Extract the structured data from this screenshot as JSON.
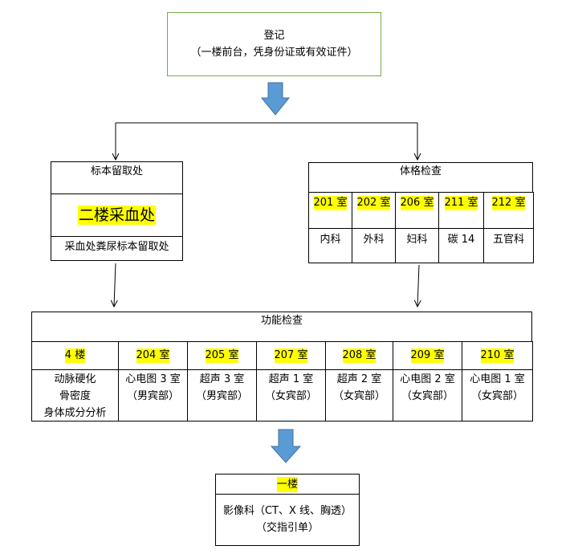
{
  "register": {
    "title": "登记",
    "note": "（一楼前台，凭身份证或有效证件）"
  },
  "specimen": {
    "header": "标本留取处",
    "location": "二楼采血处",
    "footer": "采血处粪尿标本留取处"
  },
  "physical_exam": {
    "header": "体格检查",
    "rooms": [
      "201 室",
      "202 室",
      "206 室",
      "211 室",
      "212 室"
    ],
    "depts": [
      "内科",
      "外科",
      "妇科",
      "碳 14",
      "五官科"
    ]
  },
  "functional_exam": {
    "header": "功能检查",
    "rooms": [
      "4 楼",
      "204 室",
      "205 室",
      "207 室",
      "208 室",
      "209 室",
      "210 室"
    ],
    "items": [
      [
        "动脉硬化",
        "骨密度",
        "身体成分分析"
      ],
      [
        "心电图 3 室",
        "（男宾部）"
      ],
      [
        "超声 3 室",
        "（男宾部）"
      ],
      [
        "超声 1 室",
        "（女宾部）"
      ],
      [
        "超声 2 室",
        "（女宾部）"
      ],
      [
        "心电图 2 室",
        "（女宾部）"
      ],
      [
        "心电图 1 室",
        "（女宾部）"
      ]
    ]
  },
  "first_floor": {
    "header": "一楼",
    "line1": "影像科（CT、X 线、胸透）",
    "line2": "（交指引单）"
  },
  "colors": {
    "register_border": "#70ad47",
    "highlight": "#ffff00",
    "arrow_fill": "#5b9bd5",
    "arrow_stroke": "#41719c"
  }
}
